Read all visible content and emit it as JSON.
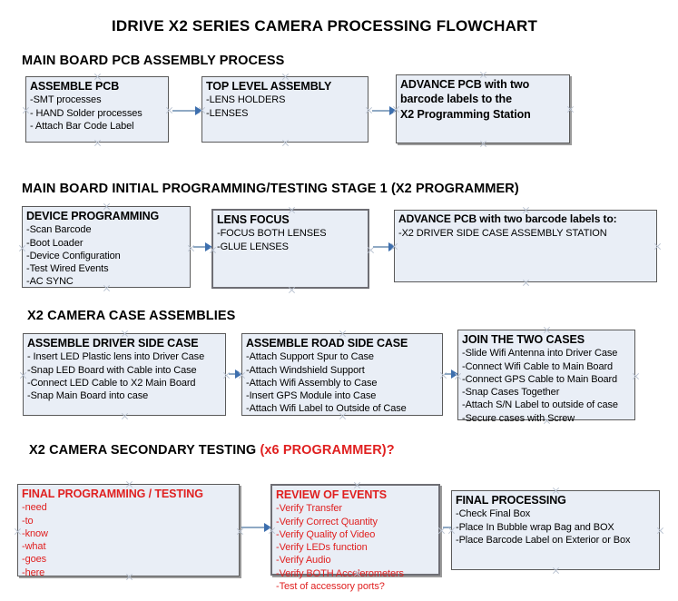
{
  "document": {
    "title": "IDRIVE X2  SERIES CAMERA PROCESSING FLOWCHART"
  },
  "colors": {
    "node_fill": "#e9eef6",
    "node_border": "#5a5a5a",
    "connector": "#8fa9c4",
    "arrowhead": "#3d6fae",
    "accent_red": "#e02020",
    "text": "#000000"
  },
  "sections": [
    {
      "id": "main-board-pcb-assembly-process",
      "title": "MAIN BOARD PCB ASSEMBLY PROCESS",
      "title_accent": "",
      "nodes": [
        {
          "id": "assemble-pcb",
          "heading": "ASSEMBLE PCB",
          "lines": [
            "-SMT processes",
            "- HAND Solder processes",
            "- Attach Bar Code Label"
          ],
          "style": "normal"
        },
        {
          "id": "top-level-assembly",
          "heading": "TOP LEVEL ASSEMBLY",
          "lines": [
            "-LENS HOLDERS",
            "-LENSES"
          ],
          "style": "normal"
        },
        {
          "id": "advance-pcb-to-x2-programming-station",
          "heading": "ADVANCE PCB with two",
          "lines": [
            "barcode labels to the",
            " X2 Programming Station"
          ],
          "style": "bold-body"
        }
      ]
    },
    {
      "id": "main-board-initial-programming-testing-stage-1",
      "title": "MAIN BOARD INITIAL PROGRAMMING/TESTING STAGE 1 (X2 PROGRAMMER)",
      "title_accent": "",
      "nodes": [
        {
          "id": "device-programming",
          "heading": "DEVICE PROGRAMMING",
          "lines": [
            "-Scan Barcode",
            "-Boot Loader",
            "-Device Configuration",
            "-Test Wired Events",
            "-AC SYNC"
          ],
          "style": "normal"
        },
        {
          "id": "lens-focus",
          "heading": "LENS FOCUS",
          "lines": [
            "-FOCUS BOTH LENSES",
            "-GLUE LENSES"
          ],
          "style": "normal"
        },
        {
          "id": "advance-pcb-to-driver-side-case-assembly-station",
          "heading": "ADVANCE PCB with two barcode labels to:",
          "lines": [
            "-X2 DRIVER  SIDE  CASE  ASSEMBLY STATION"
          ],
          "style": "normal"
        }
      ]
    },
    {
      "id": "x2-camera-case-assemblies",
      "title": "X2 CAMERA CASE ASSEMBLIES",
      "title_accent": "",
      "nodes": [
        {
          "id": "assemble-driver-side-case",
          "heading": "ASSEMBLE DRIVER SIDE CASE",
          "lines": [
            "- Insert LED Plastic lens into Driver Case",
            "-Snap LED Board with Cable into Case",
            "-Connect LED Cable to X2 Main Board",
            "-Snap Main Board into case"
          ],
          "style": "normal"
        },
        {
          "id": "assemble-road-side-case",
          "heading": "ASSEMBLE ROAD SIDE CASE",
          "lines": [
            "-Attach Support Spur to Case",
            "-Attach Windshield Support",
            "-Attach Wifi Assembly to Case",
            "-Insert GPS Module into Case",
            "-Attach Wifi Label to Outside of Case"
          ],
          "style": "normal"
        },
        {
          "id": "join-the-two-cases",
          "heading": "JOIN THE TWO CASES",
          "lines": [
            "-Slide Wifi Antenna into Driver Case",
            "-Connect Wifi Cable to Main Board",
            "-Connect GPS Cable to Main Board",
            "-Snap Cases Together",
            "-Attach S/N Label to outside of case",
            "-Secure cases with Screw"
          ],
          "style": "normal"
        }
      ]
    },
    {
      "id": "x2-camera-secondary-testing",
      "title": "X2 CAMERA SECONDARY TESTING ",
      "title_accent": "(x6 PROGRAMMER)?",
      "nodes": [
        {
          "id": "final-programming-testing",
          "heading": "FINAL PROGRAMMING / TESTING",
          "lines": [
            "-need",
            "-to",
            "-know",
            "-what",
            "-goes",
            "-here"
          ],
          "style": "red"
        },
        {
          "id": "review-of-events",
          "heading": "REVIEW OF EVENTS",
          "lines": [
            "-Verify Transfer",
            "-Verify Correct Quantity",
            "-Verify Quality of Video",
            "-Verify LEDs function",
            "-Verify Audio",
            "-Verify BOTH Accelerometers",
            "-Test of accessory ports?"
          ],
          "style": "red"
        },
        {
          "id": "final-processing",
          "heading": "FINAL PROCESSING",
          "lines": [
            " -Check Final Box",
            "-Place In Bubble wrap Bag and BOX",
            "-Place Barcode Label on Exterior or Box"
          ],
          "style": "normal"
        }
      ]
    }
  ],
  "connectors": [
    {
      "id": "conn-assemble-pcb-to-top-level-assembly"
    },
    {
      "id": "conn-top-level-assembly-to-advance-pcb"
    },
    {
      "id": "conn-device-programming-to-lens-focus"
    },
    {
      "id": "conn-lens-focus-to-advance-pcb"
    },
    {
      "id": "conn-driver-case-to-road-case"
    },
    {
      "id": "conn-road-case-to-join-cases"
    },
    {
      "id": "conn-final-programming-to-review-of-events"
    },
    {
      "id": "conn-review-of-events-to-final-processing"
    }
  ]
}
